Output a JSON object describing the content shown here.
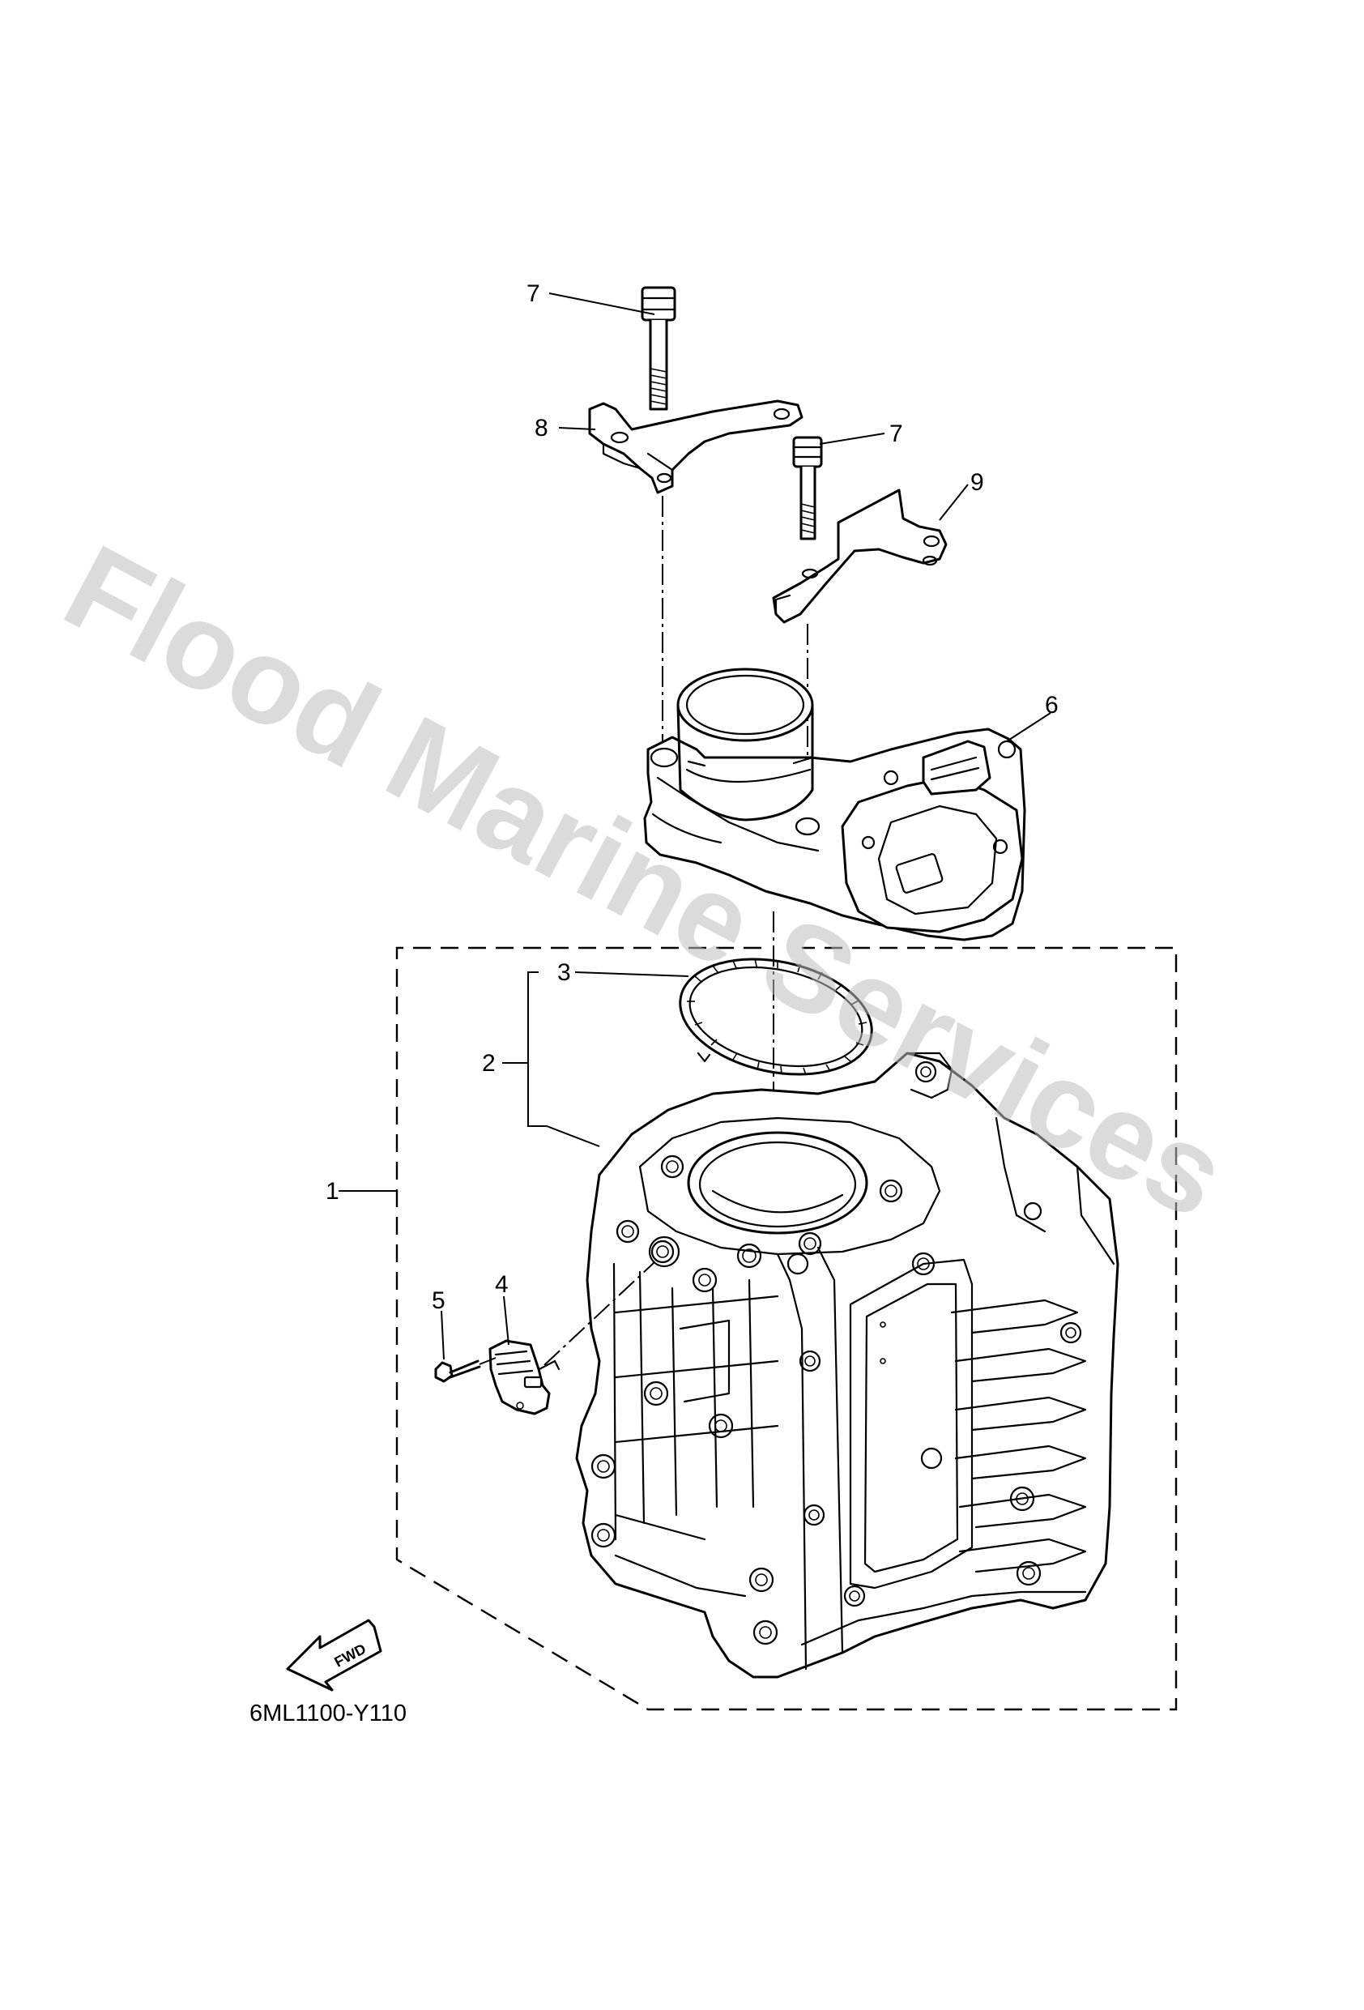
{
  "diagram": {
    "code": "6ML1100-Y110",
    "watermark": "Flood Marine Services",
    "direction_badge": "FWD",
    "callouts": [
      {
        "id": "1",
        "label": "1"
      },
      {
        "id": "2",
        "label": "2"
      },
      {
        "id": "3",
        "label": "3"
      },
      {
        "id": "4",
        "label": "4"
      },
      {
        "id": "5",
        "label": "5"
      },
      {
        "id": "6",
        "label": "6"
      },
      {
        "id": "7a",
        "label": "7"
      },
      {
        "id": "7b",
        "label": "7"
      },
      {
        "id": "8",
        "label": "8"
      },
      {
        "id": "9",
        "label": "9"
      }
    ]
  }
}
